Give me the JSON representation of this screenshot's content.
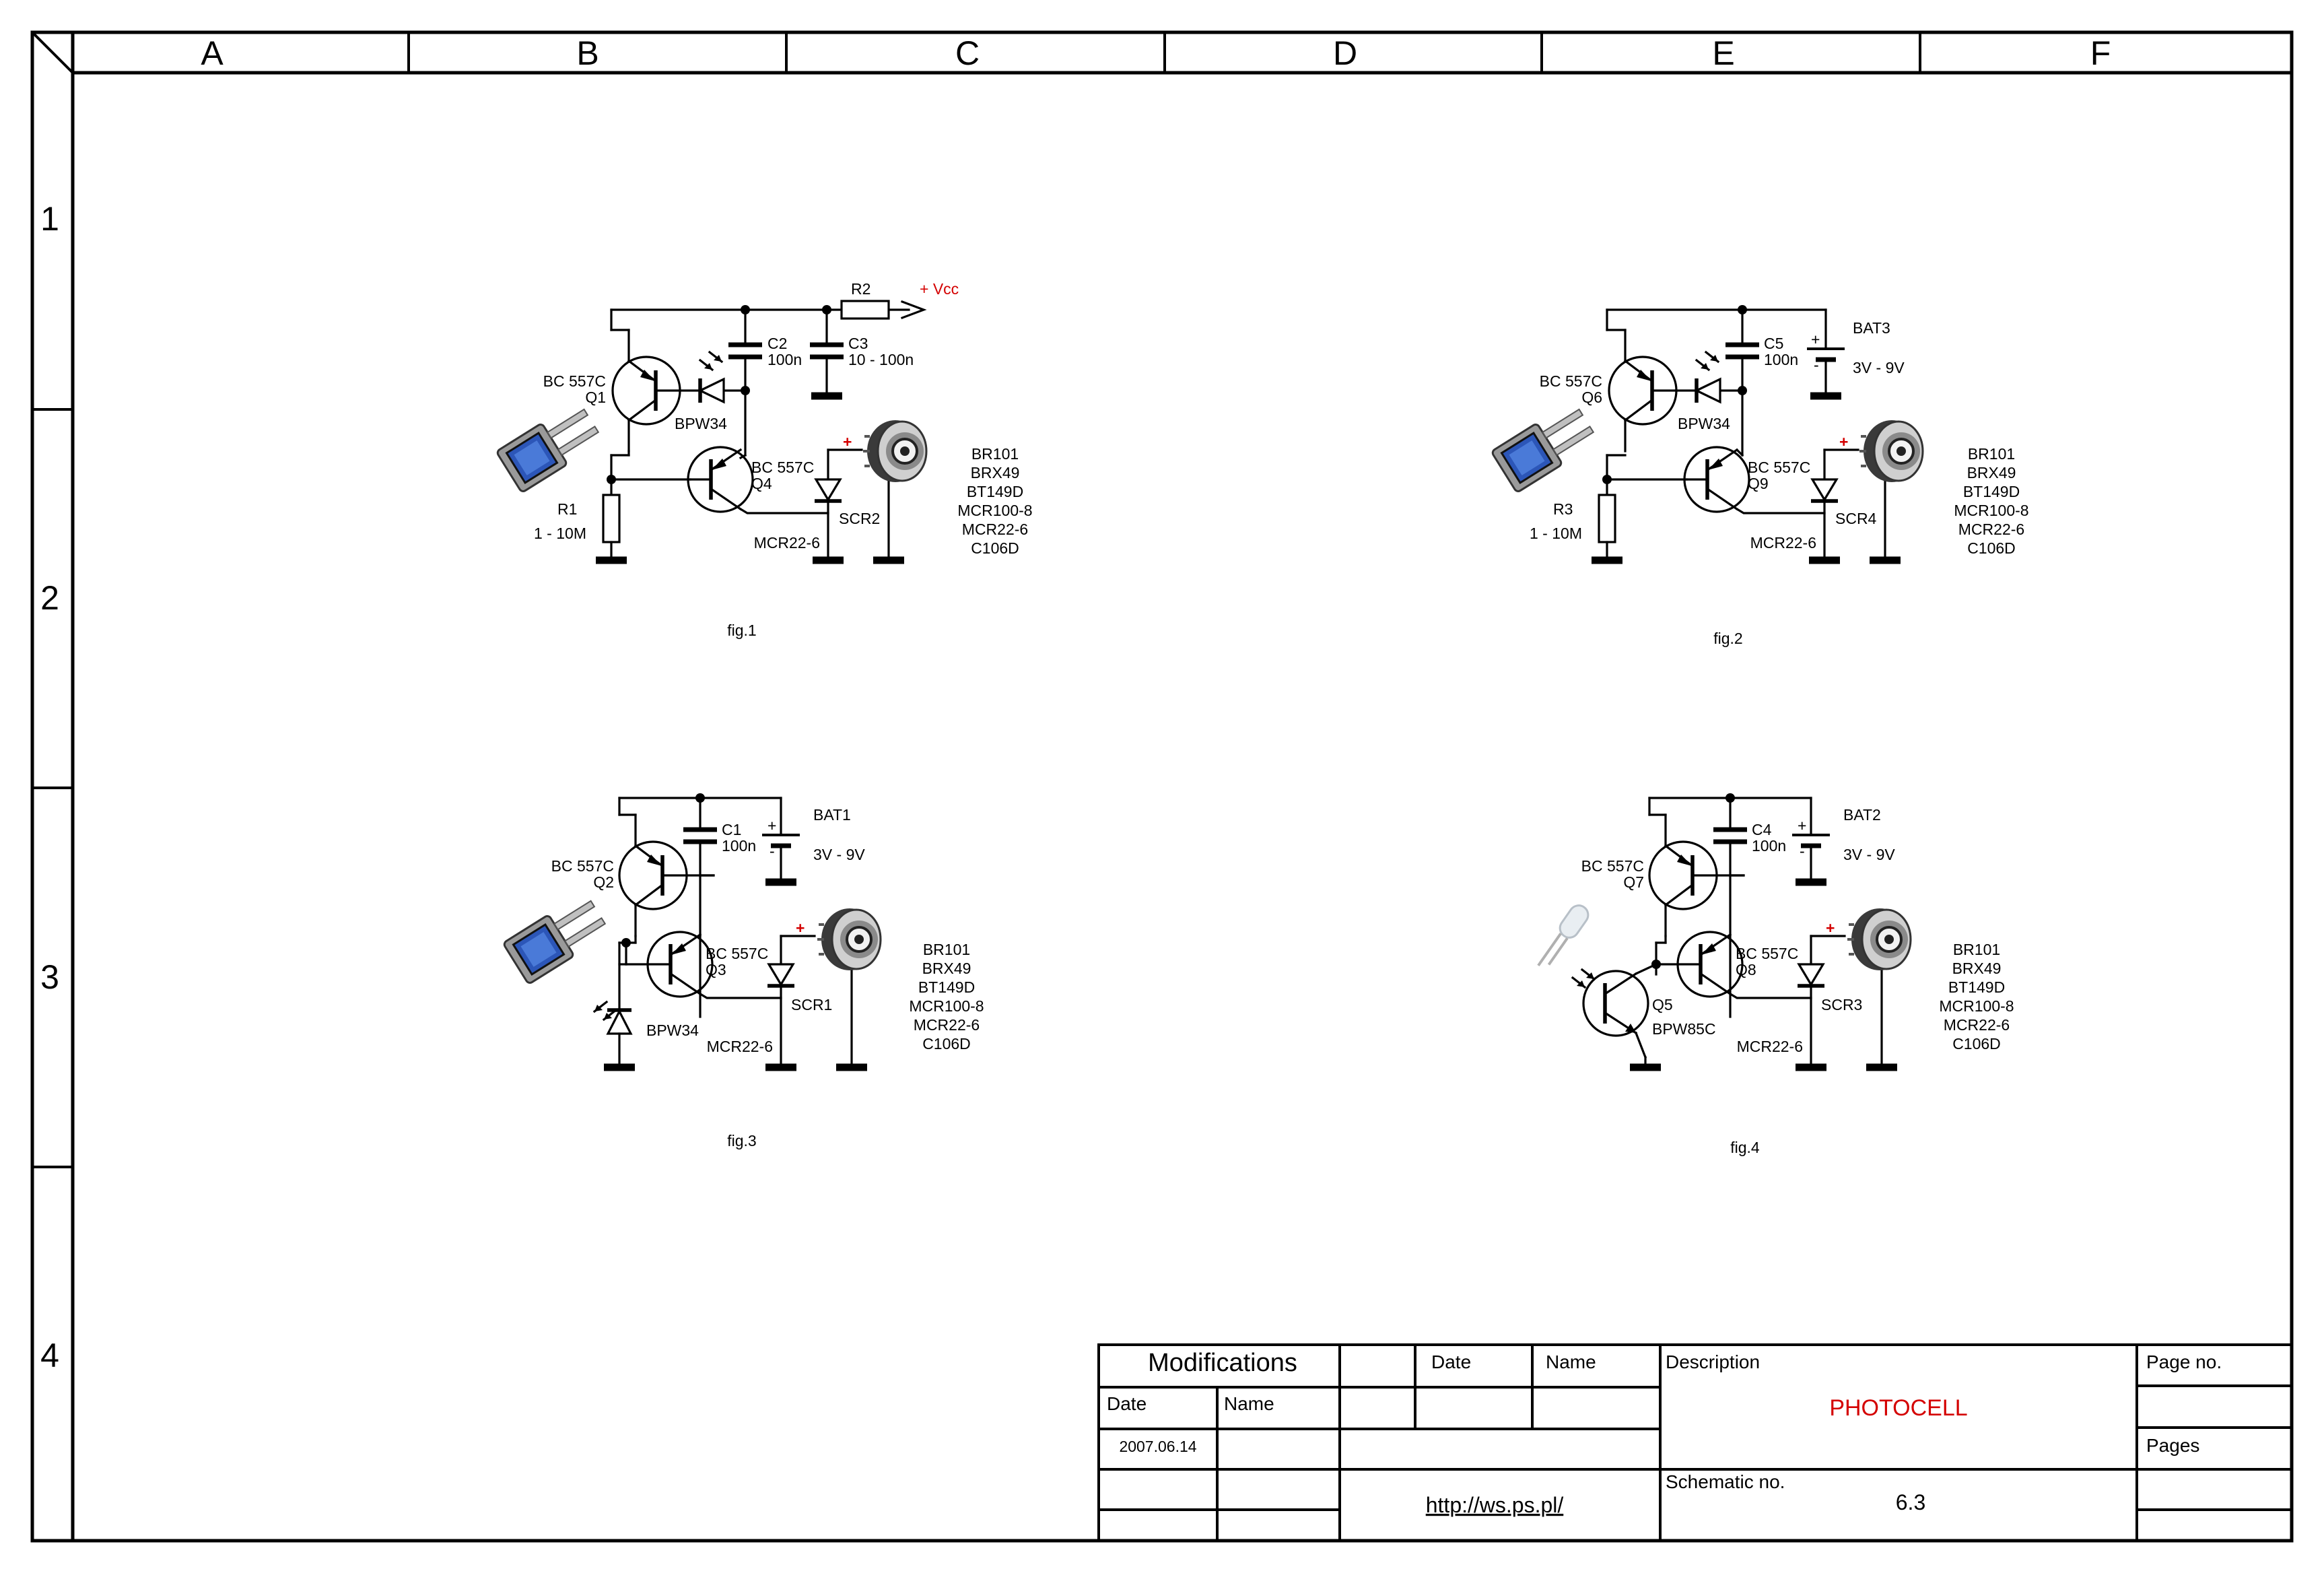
{
  "frame": {
    "columns": [
      "A",
      "B",
      "C",
      "D",
      "E",
      "F"
    ],
    "rows": [
      "1",
      "2",
      "3",
      "4"
    ]
  },
  "colors": {
    "accent": "#d40000",
    "line": "#000000"
  },
  "fig1": {
    "caption": "fig.1",
    "q1_type": "BC 557C",
    "q1_ref": "Q1",
    "q4_type": "BC 557C",
    "q4_ref": "Q4",
    "diode": "BPW34",
    "c2_ref": "C2",
    "c2_val": "100n",
    "c3_ref": "C3",
    "c3_val": "10 - 100n",
    "r2_ref": "R2",
    "vcc": "+ Vcc",
    "r1_ref": "R1",
    "r1_val": "1 - 10M",
    "scr_ref": "SCR2",
    "scr_type": "MCR22-6",
    "plus": "+"
  },
  "fig2": {
    "caption": "fig.2",
    "q6_type": "BC 557C",
    "q6_ref": "Q6",
    "q9_type": "BC 557C",
    "q9_ref": "Q9",
    "diode": "BPW34",
    "c5_ref": "C5",
    "c5_val": "100n",
    "bat_ref": "BAT3",
    "bat_val": "3V - 9V",
    "r3_ref": "R3",
    "r3_val": "1 - 10M",
    "scr_ref": "SCR4",
    "scr_type": "MCR22-6",
    "plus": "+",
    "bat_plus": "+",
    "bat_minus": "-"
  },
  "fig3": {
    "caption": "fig.3",
    "q2_type": "BC 557C",
    "q2_ref": "Q2",
    "q3_type": "BC 557C",
    "q3_ref": "Q3",
    "diode": "BPW34",
    "c1_ref": "C1",
    "c1_val": "100n",
    "bat_ref": "BAT1",
    "bat_val": "3V - 9V",
    "scr_ref": "SCR1",
    "scr_type": "MCR22-6",
    "plus": "+",
    "bat_plus": "+",
    "bat_minus": "-"
  },
  "fig4": {
    "caption": "fig.4",
    "q7_type": "BC 557C",
    "q7_ref": "Q7",
    "q8_type": "BC 557C",
    "q8_ref": "Q8",
    "q5_ref": "Q5",
    "q5_type": "BPW85C",
    "c4_ref": "C4",
    "c4_val": "100n",
    "bat_ref": "BAT2",
    "bat_val": "3V - 9V",
    "scr_ref": "SCR3",
    "scr_type": "MCR22-6",
    "plus": "+",
    "bat_plus": "+",
    "bat_minus": "-"
  },
  "thyristor_list": [
    "BR101",
    "BRX49",
    "BT149D",
    "MCR100-8",
    "MCR22-6",
    "C106D"
  ],
  "title_block": {
    "modifications": "Modifications",
    "date_label": "Date",
    "name_label": "Name",
    "date_label2": "Date",
    "name_label2": "Name",
    "mod_date": "2007.06.14",
    "url": "http://ws.ps.pl/",
    "description_label": "Description",
    "description": "PHOTOCELL",
    "schematic_label": "Schematic no.",
    "schematic_no": "6.3",
    "page_no_label": "Page no.",
    "pages_label": "Pages"
  }
}
